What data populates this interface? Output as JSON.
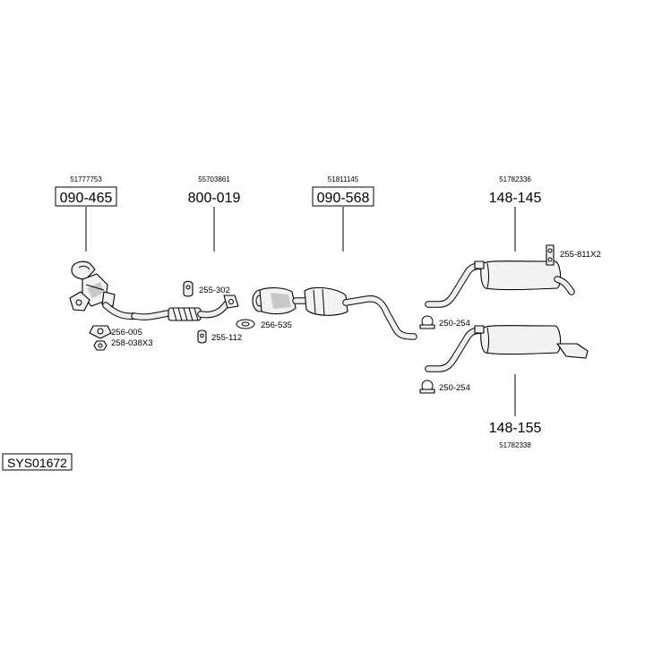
{
  "system_id": "SYS01672",
  "assemblies": [
    {
      "oe_number": "51777753",
      "part_number": "090-465",
      "boxed": true
    },
    {
      "oe_number": "55703861",
      "part_number": "800-019",
      "boxed": false
    },
    {
      "oe_number": "51811145",
      "part_number": "090-568",
      "boxed": true
    },
    {
      "oe_number": "51782336",
      "part_number": "148-145",
      "boxed": false
    },
    {
      "oe_number": "51782338",
      "part_number": "148-155",
      "boxed": false
    }
  ],
  "fittings": [
    {
      "label": "255-302"
    },
    {
      "label": "255-112"
    },
    {
      "label": "256-535"
    },
    {
      "label": "256-005"
    },
    {
      "label": "258-038X3"
    },
    {
      "label": "255-811X2"
    },
    {
      "label": "250-254"
    },
    {
      "label": "250-254"
    }
  ]
}
